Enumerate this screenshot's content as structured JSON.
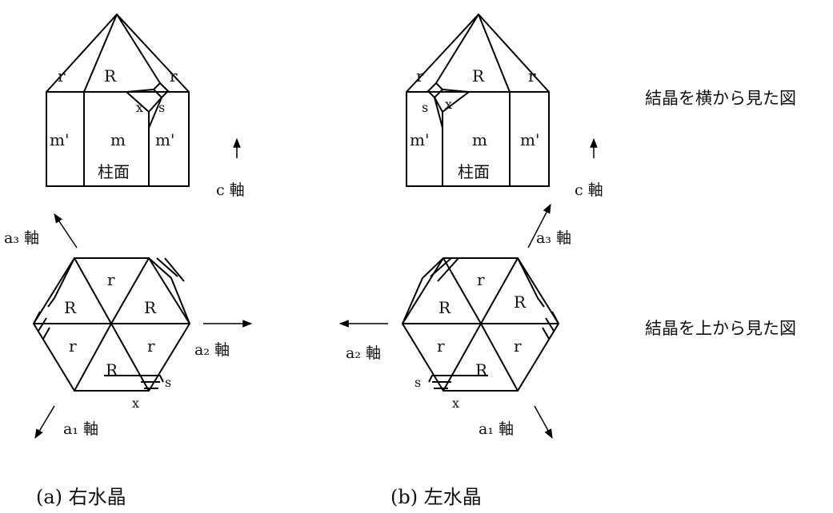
{
  "right_crystal": {
    "side_view": {
      "face_r_left": "r",
      "face_R": "R",
      "face_r_right": "r",
      "face_x": "x",
      "face_s": "s",
      "prism_m_left": "m'",
      "prism_m": "m",
      "prism_m_right": "m'",
      "prism_face_label": "柱面",
      "c_axis_label": "c 軸"
    },
    "top_view": {
      "a3_axis": "a₃ 軸",
      "a2_axis": "a₂ 軸",
      "a1_axis": "a₁ 軸",
      "face_R_upper_left": "R",
      "face_r_top": "r",
      "face_R_upper_right": "R",
      "face_r_lower_left": "r",
      "face_r_lower_right": "r",
      "face_R_bottom": "R",
      "face_s": "s",
      "face_x": "x"
    },
    "caption": "(a) 右水晶"
  },
  "left_crystal": {
    "side_view": {
      "face_r_left": "r",
      "face_R": "R",
      "face_r_right": "r",
      "face_s": "s",
      "face_x": "x",
      "prism_m_left": "m'",
      "prism_m": "m",
      "prism_m_right": "m'",
      "prism_face_label": "柱面",
      "c_axis_label": "c 軸"
    },
    "top_view": {
      "a3_axis": "a₃ 軸",
      "a2_axis": "a₂ 軸",
      "a1_axis": "a₁ 軸",
      "face_r_top": "r",
      "face_R_upper_left": "R",
      "face_R_upper_right": "R",
      "face_r_lower_left": "r",
      "face_r_lower_right": "r",
      "face_R_bottom": "R",
      "face_s": "s",
      "face_x": "x"
    },
    "caption": "(b) 左水晶"
  },
  "side_labels": {
    "side_view": "結晶を横から見た図",
    "top_view": "結晶を上から見た図"
  }
}
